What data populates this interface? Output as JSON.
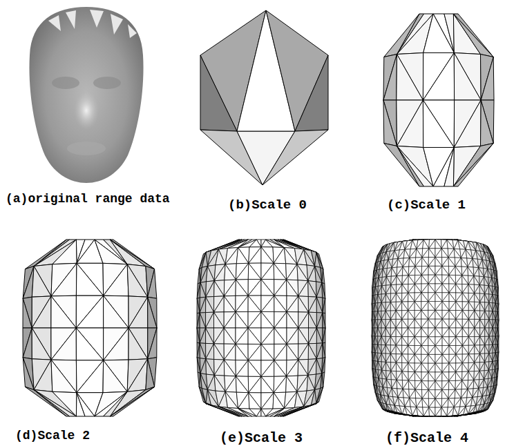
{
  "diagram": {
    "labels": [
      "(a)original range data",
      "(b)Scale 0",
      "(c)Scale 1",
      "(d)Scale 2",
      "(e)Scale 3",
      "(f)Scale 4"
    ]
  }
}
